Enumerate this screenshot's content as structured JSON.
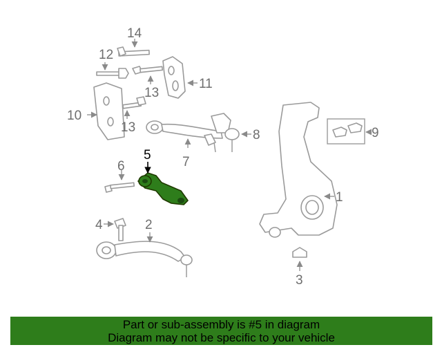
{
  "diagram": {
    "labels": [
      "1",
      "2",
      "3",
      "4",
      "5",
      "6",
      "7",
      "8",
      "9",
      "10",
      "11",
      "12",
      "13",
      "13",
      "14"
    ],
    "highlight_part": "5",
    "highlight_color": "#2e7d1b",
    "line_color": "#9a9a9a"
  },
  "footer": {
    "line1": "Part or sub-assembly is #5 in diagram",
    "line2": "Diagram may not be specific to your vehicle",
    "background": "#2e7d1b"
  }
}
